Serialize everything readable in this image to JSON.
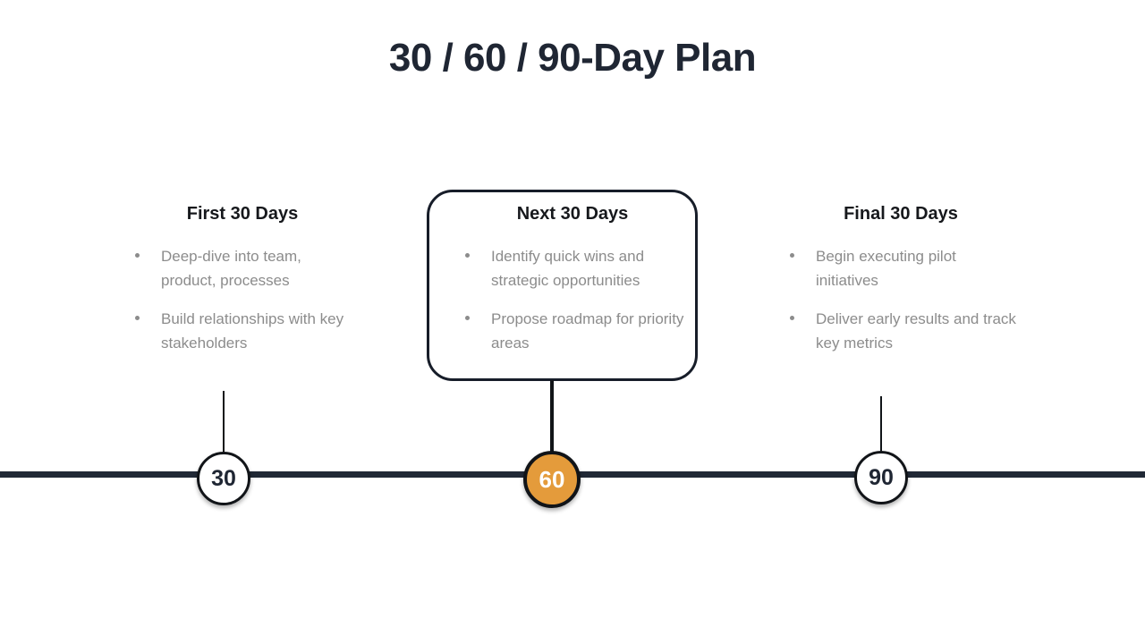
{
  "slide": {
    "title": "30 / 60 / 90-Day Plan",
    "background_color": "#ffffff",
    "title_color": "#1f2633",
    "accent_color": "#e49b3b",
    "line_color": "#212936",
    "body_text_color": "#8c8c8c"
  },
  "columns": [
    {
      "id": "first",
      "heading": "First 30 Days",
      "highlighted": false,
      "bullets": [
        "Deep-dive into team, product, processes",
        "Build relationships with key stakeholders"
      ]
    },
    {
      "id": "next",
      "heading": "Next 30 Days",
      "highlighted": true,
      "bullets": [
        "Identify quick wins and strategic opportunities",
        "Propose roadmap for priority areas"
      ]
    },
    {
      "id": "final",
      "heading": "Final 30 Days",
      "highlighted": false,
      "bullets": [
        "Begin executing pilot initiatives",
        "Deliver early results and track key metrics"
      ]
    }
  ],
  "timeline": {
    "milestones": [
      {
        "label": "30",
        "accent": false
      },
      {
        "label": "60",
        "accent": true
      },
      {
        "label": "90",
        "accent": false
      }
    ]
  }
}
